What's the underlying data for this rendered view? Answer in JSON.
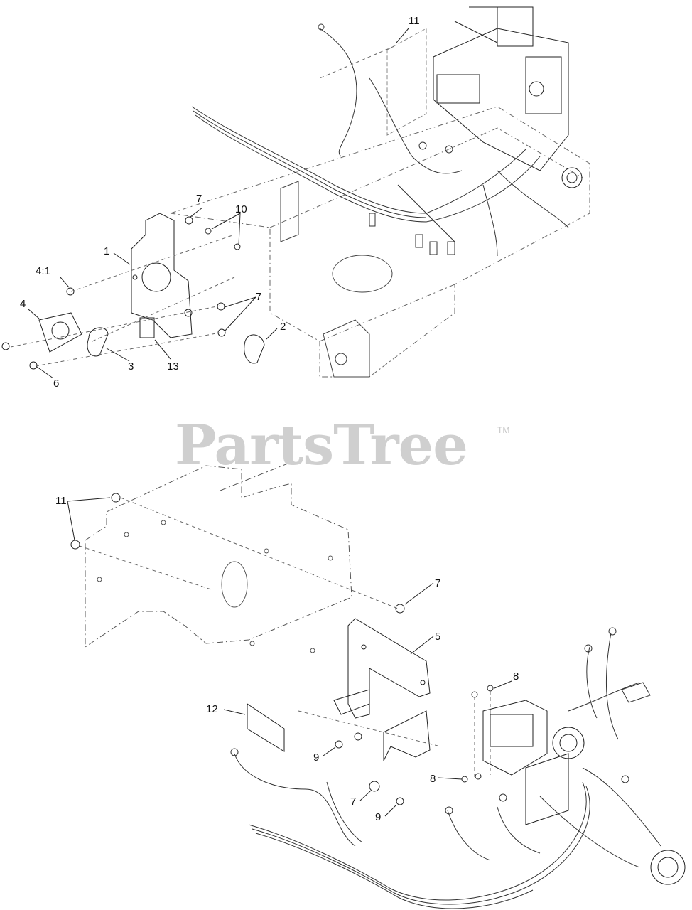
{
  "watermark": {
    "text": "PartsTree",
    "trademark": "TM"
  },
  "callouts": {
    "top": {
      "c11": "11",
      "c7a": "7",
      "c10": "10",
      "c1": "1",
      "c4_1": "4:1",
      "c4": "4",
      "c7b": "7",
      "c2": "2",
      "c3": "3",
      "c13": "13",
      "c6": "6"
    },
    "bottom": {
      "c11": "11",
      "c7a": "7",
      "c5": "5",
      "c8a": "8",
      "c12": "12",
      "c9a": "9",
      "c8b": "8",
      "c7b": "7",
      "c9b": "9"
    }
  },
  "colors": {
    "line": "#222222",
    "dash": "#555555",
    "faint": "#9a9a9a",
    "watermark": "#cfcfcf"
  }
}
